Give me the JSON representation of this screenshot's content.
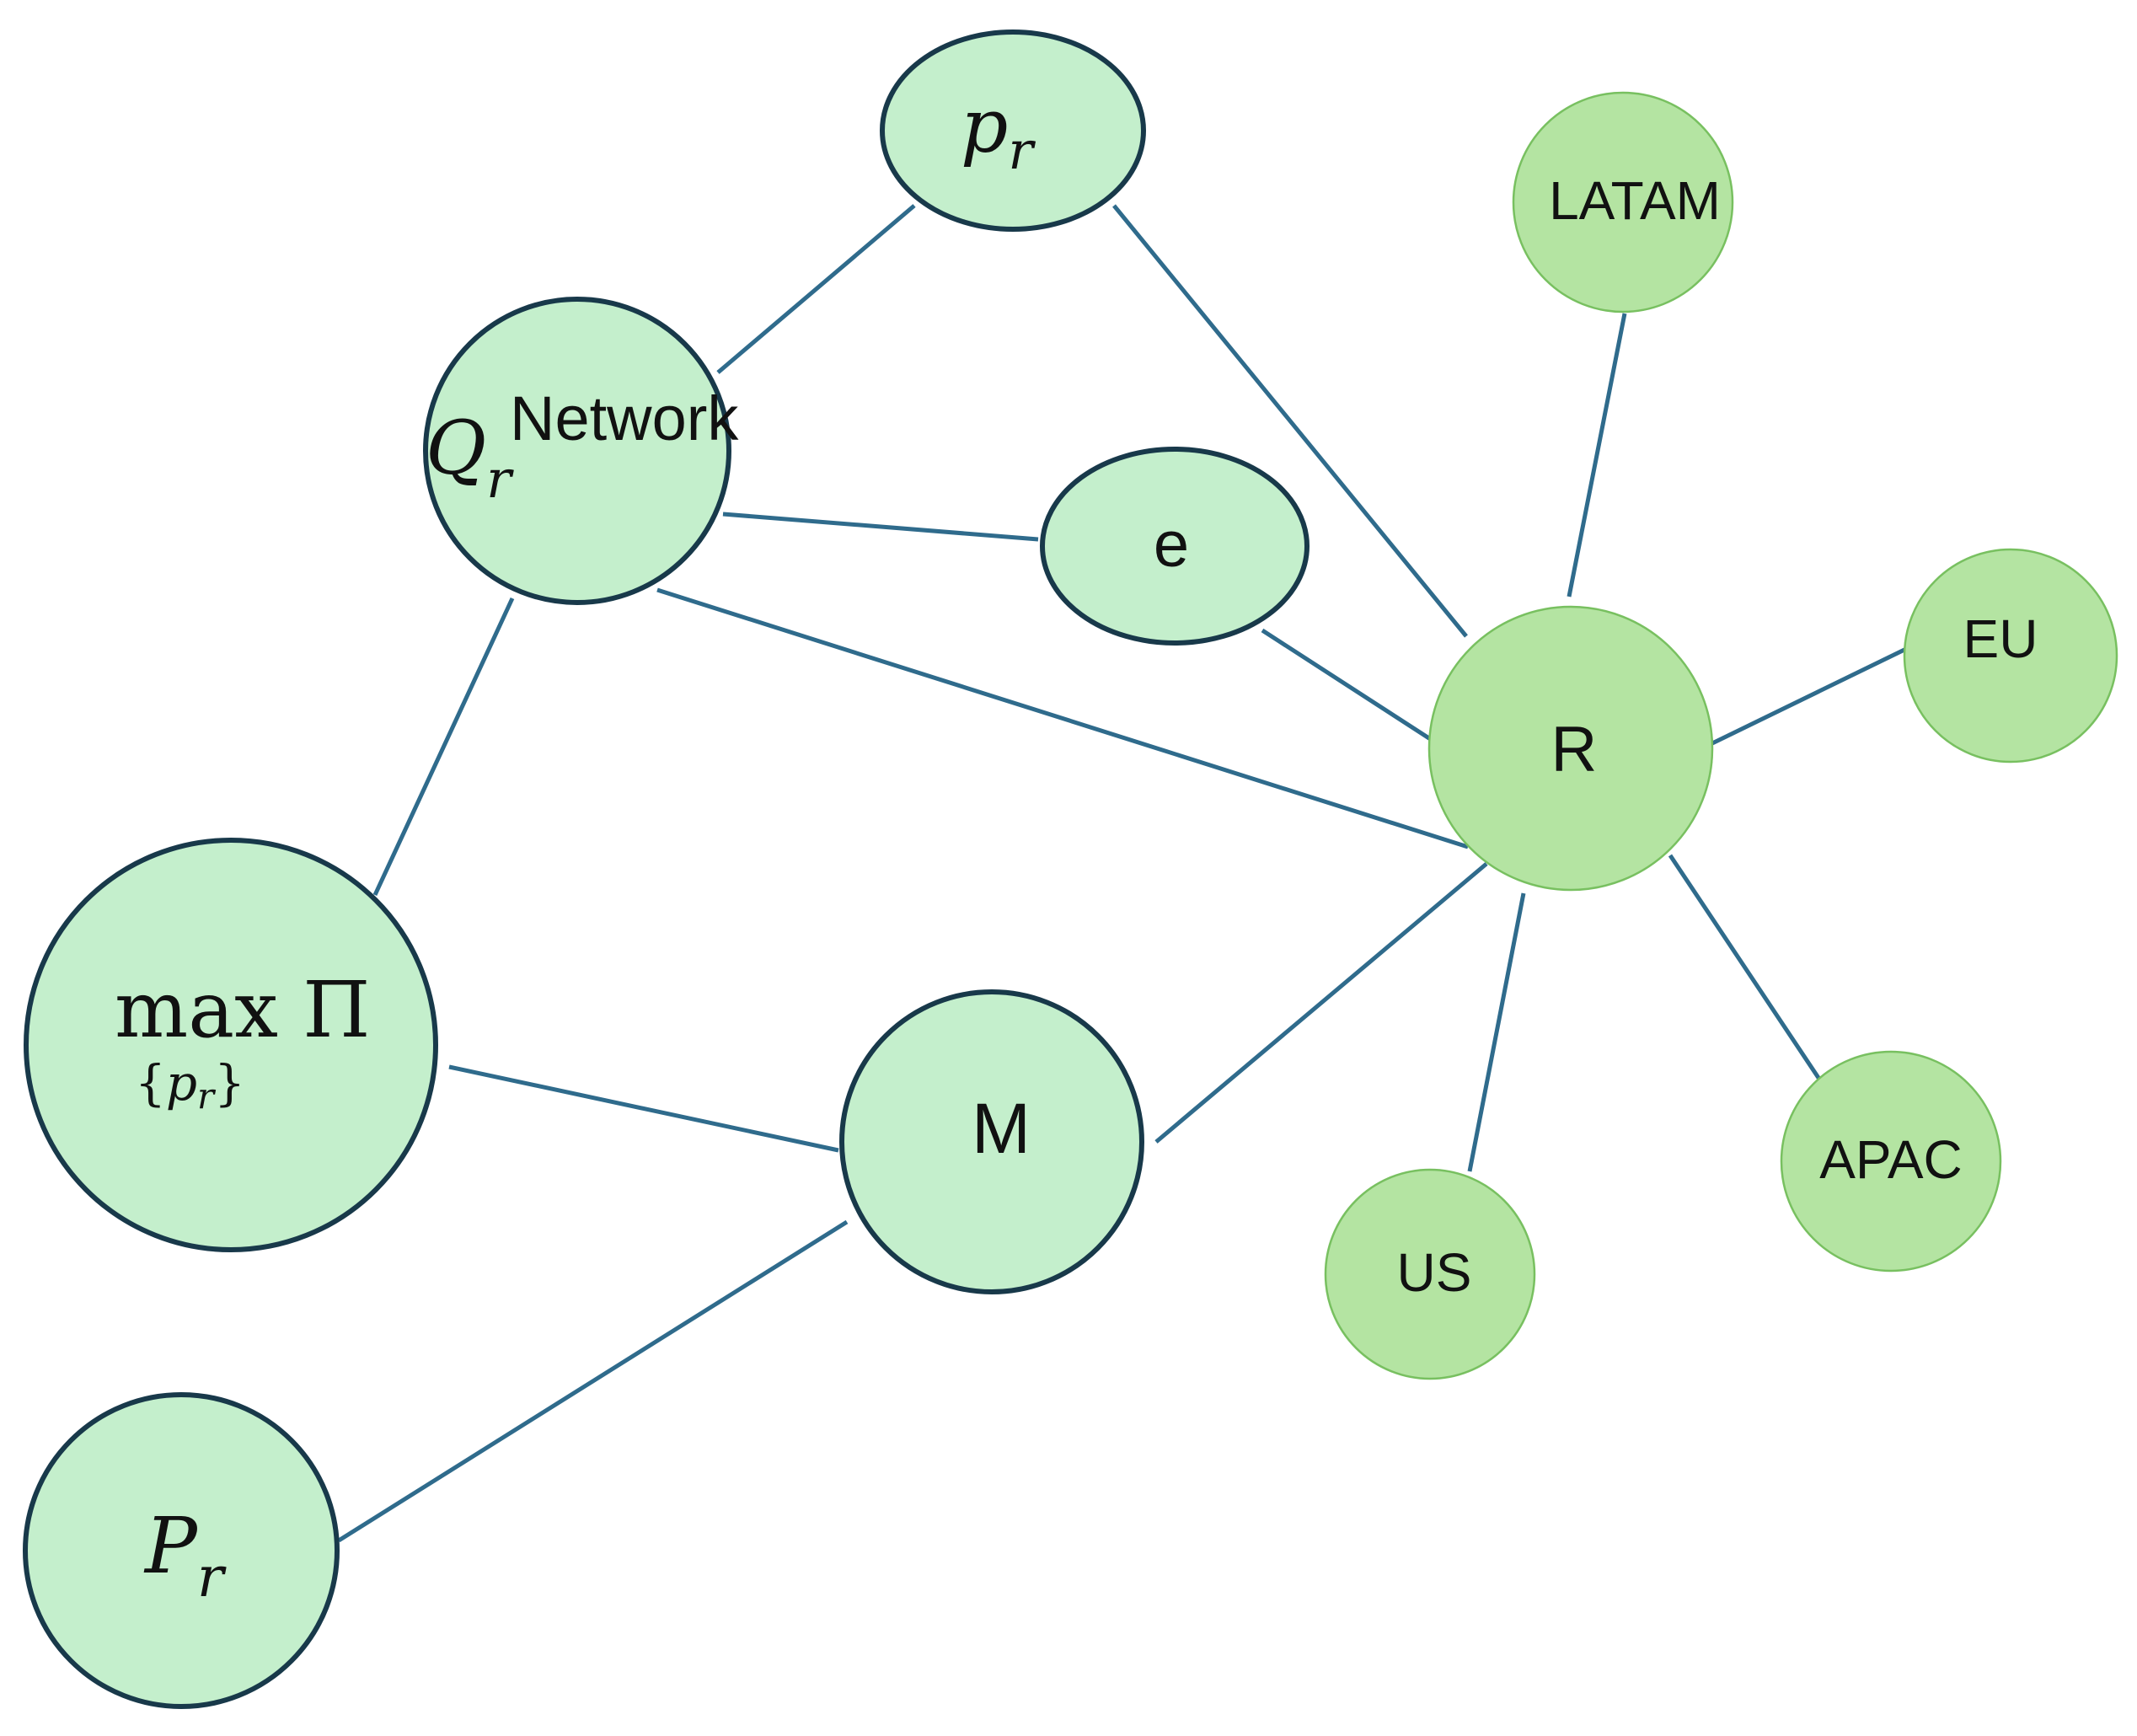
{
  "diagram": {
    "colors": {
      "edge": "#2f6b8c",
      "core_node_fill": "#c4efcc",
      "core_node_stroke": "#18394a",
      "region_node_fill": "#b4e4a2",
      "region_node_stroke": "#78c060"
    },
    "nodes": {
      "p_r": {
        "main": "p",
        "sub": "r"
      },
      "q_r": {
        "main": "Q",
        "sub": "r",
        "overlay": "Network"
      },
      "e": {
        "label": "e"
      },
      "max_pi": {
        "main": "max Π",
        "sub_open": "{",
        "sub_var": "p",
        "sub_sub": "r",
        "sub_close": "}"
      },
      "m": {
        "label": "M"
      },
      "cap_p_r": {
        "main": "P",
        "sub": "r"
      },
      "r": {
        "label": "R"
      },
      "latam": {
        "label": "LATAM"
      },
      "eu": {
        "label": "EU"
      },
      "apac": {
        "label": "APAC"
      },
      "us": {
        "label": "US"
      }
    },
    "edges": [
      [
        "q_r",
        "p_r"
      ],
      [
        "p_r",
        "r"
      ],
      [
        "q_r",
        "e"
      ],
      [
        "q_r",
        "r"
      ],
      [
        "e",
        "r"
      ],
      [
        "q_r",
        "max_pi"
      ],
      [
        "max_pi",
        "m"
      ],
      [
        "m",
        "r"
      ],
      [
        "m",
        "cap_p_r"
      ],
      [
        "r",
        "latam"
      ],
      [
        "r",
        "eu"
      ],
      [
        "r",
        "apac"
      ],
      [
        "r",
        "us"
      ]
    ]
  }
}
